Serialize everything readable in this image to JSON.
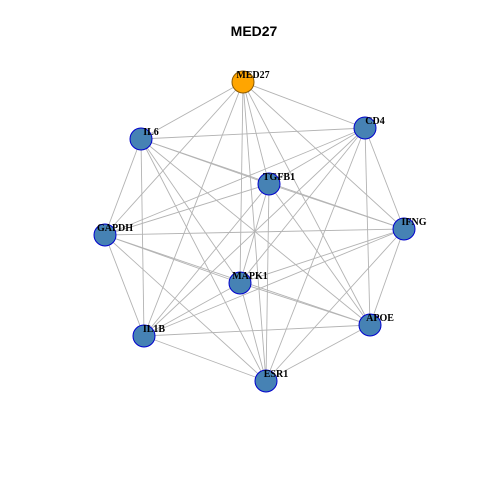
{
  "title": "MED27",
  "colors": {
    "hub_fill": "#FFA500",
    "hub_stroke": "#8B5A00",
    "node_fill": "#4682B4",
    "node_stroke": "#0000CD",
    "edge": "#B3B3B3",
    "background": "#FFFFFF"
  },
  "nodes": [
    {
      "id": "MED27",
      "label": "MED27",
      "hub": true
    },
    {
      "id": "CD4",
      "label": "CD4"
    },
    {
      "id": "IFNG",
      "label": "IFNG"
    },
    {
      "id": "APOE",
      "label": "APOE"
    },
    {
      "id": "ESR1",
      "label": "ESR1"
    },
    {
      "id": "IL1B",
      "label": "IL1B"
    },
    {
      "id": "GAPDH",
      "label": "GAPDH"
    },
    {
      "id": "IL6",
      "label": "IL6"
    },
    {
      "id": "TGFB1",
      "label": "TGFB1"
    },
    {
      "id": "MAPK1",
      "label": "MAPK1"
    }
  ],
  "edges": [
    [
      "MED27",
      "CD4"
    ],
    [
      "MED27",
      "IFNG"
    ],
    [
      "MED27",
      "APOE"
    ],
    [
      "MED27",
      "ESR1"
    ],
    [
      "MED27",
      "IL1B"
    ],
    [
      "MED27",
      "GAPDH"
    ],
    [
      "MED27",
      "IL6"
    ],
    [
      "MED27",
      "TGFB1"
    ],
    [
      "MED27",
      "MAPK1"
    ],
    [
      "CD4",
      "IL6"
    ],
    [
      "CD4",
      "TGFB1"
    ],
    [
      "CD4",
      "IFNG"
    ],
    [
      "CD4",
      "APOE"
    ],
    [
      "CD4",
      "ESR1"
    ],
    [
      "CD4",
      "MAPK1"
    ],
    [
      "CD4",
      "IL1B"
    ],
    [
      "CD4",
      "GAPDH"
    ],
    [
      "IL6",
      "TGFB1"
    ],
    [
      "IL6",
      "IFNG"
    ],
    [
      "IL6",
      "GAPDH"
    ],
    [
      "IL6",
      "IL1B"
    ],
    [
      "IL6",
      "ESR1"
    ],
    [
      "IL6",
      "APOE"
    ],
    [
      "IL6",
      "MAPK1"
    ],
    [
      "TGFB1",
      "IFNG"
    ],
    [
      "TGFB1",
      "GAPDH"
    ],
    [
      "TGFB1",
      "MAPK1"
    ],
    [
      "TGFB1",
      "IL1B"
    ],
    [
      "TGFB1",
      "ESR1"
    ],
    [
      "TGFB1",
      "APOE"
    ],
    [
      "GAPDH",
      "IFNG"
    ],
    [
      "GAPDH",
      "MAPK1"
    ],
    [
      "GAPDH",
      "APOE"
    ],
    [
      "GAPDH",
      "IL1B"
    ],
    [
      "GAPDH",
      "ESR1"
    ],
    [
      "IFNG",
      "MAPK1"
    ],
    [
      "IFNG",
      "APOE"
    ],
    [
      "IFNG",
      "IL1B"
    ],
    [
      "IFNG",
      "ESR1"
    ],
    [
      "MAPK1",
      "IL1B"
    ],
    [
      "MAPK1",
      "APOE"
    ],
    [
      "MAPK1",
      "ESR1"
    ],
    [
      "IL1B",
      "APOE"
    ],
    [
      "IL1B",
      "ESR1"
    ],
    [
      "APOE",
      "ESR1"
    ]
  ]
}
